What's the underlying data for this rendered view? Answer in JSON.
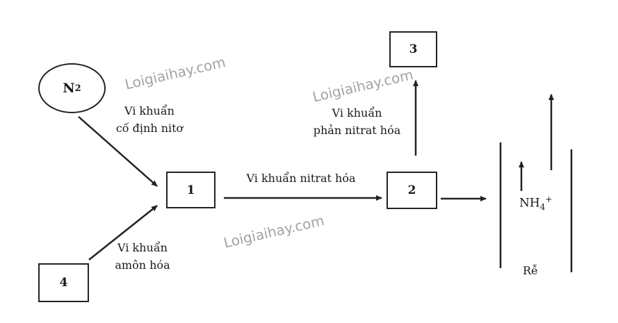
{
  "nodes": {
    "n2": {
      "symbol": "N",
      "subscript": "2"
    },
    "box1": "1",
    "box2": "2",
    "box3": "3",
    "box4": "4"
  },
  "labels": {
    "fixation_line1": "Vi khuẩn",
    "fixation_line2": "cố định nitơ",
    "ammonification_line1": "Vi khuẩn",
    "ammonification_line2": "amôn hóa",
    "nitrification": "Vi khuẩn nitrat hóa",
    "denitrification_line1": "Vi khuẩn",
    "denitrification_line2": "phản nitrat hóa",
    "ammonium": {
      "base": "NH",
      "subscript": "4",
      "superscript": "+"
    },
    "root": "Rễ"
  },
  "watermarks": [
    "Loigiaihay.com",
    "Loigiaihay.com",
    "Loigiaihay.com"
  ]
}
